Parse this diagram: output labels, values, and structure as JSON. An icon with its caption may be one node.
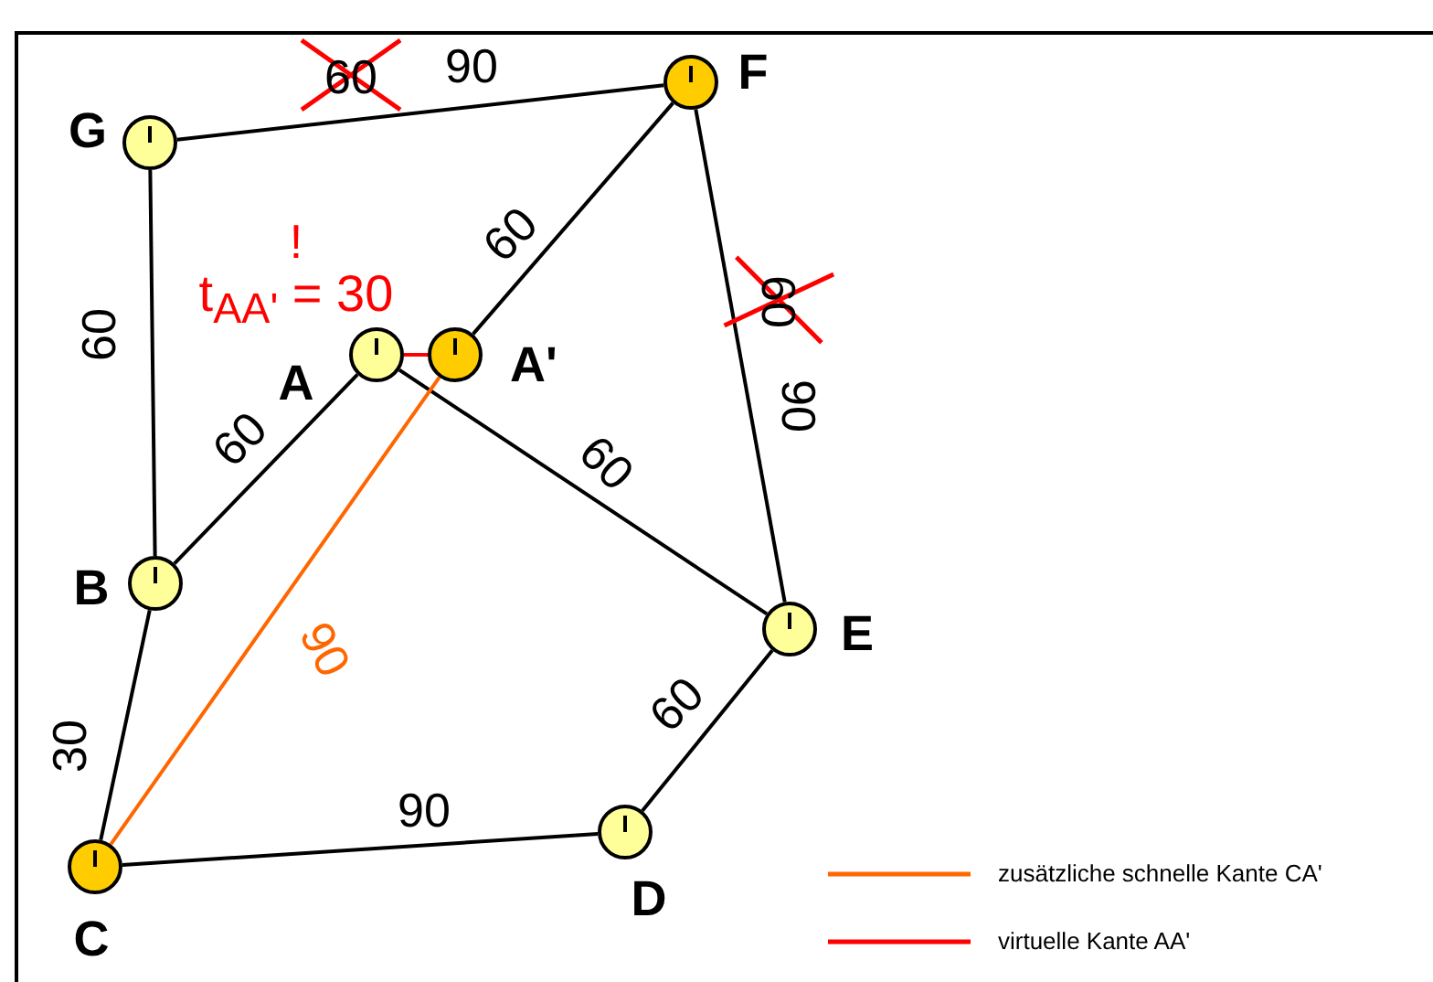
{
  "diagram": {
    "nodes": [
      {
        "text": [
          "F"
        ]
      },
      {
        "text": [
          "G"
        ]
      },
      {
        "text": [
          "A"
        ]
      },
      {
        "text": [
          "A'"
        ]
      },
      {
        "text": [
          "B"
        ]
      },
      {
        "text": [
          "E"
        ]
      },
      {
        "text": [
          "D"
        ]
      },
      {
        "text": [
          "C"
        ]
      }
    ],
    "edges": [
      {
        "from": 1,
        "to": 0,
        "arrow": "none",
        "label": "90"
      },
      {
        "from": 1,
        "to": 4,
        "arrow": "none",
        "label": "60"
      },
      {
        "from": 4,
        "to": 2,
        "arrow": "none",
        "label": "60"
      },
      {
        "from": 3,
        "to": 0,
        "arrow": "none",
        "label": "60"
      },
      {
        "from": 2,
        "to": 5,
        "arrow": "none",
        "label": "60"
      },
      {
        "from": 0,
        "to": 5,
        "arrow": "none",
        "label": "90"
      },
      {
        "from": 4,
        "to": 7,
        "arrow": "none",
        "label": "30"
      },
      {
        "from": 7,
        "to": 6,
        "arrow": "none",
        "label": "90"
      },
      {
        "from": 6,
        "to": 5,
        "arrow": "none",
        "label": "60"
      },
      {
        "from": 7,
        "to": 3,
        "arrow": "none",
        "label": "90",
        "color": "#ff6600"
      },
      {
        "from": 2,
        "to": 3,
        "arrow": "none",
        "color": "#ff0000"
      }
    ],
    "labels": [
      "60",
      "!",
      "t$_{AA'}$ = 30",
      "60"
    ],
    "legend": [
      {
        "text": "zusätzliche schnelle Kante CA'"
      },
      {
        "text": "virtuelle Kante AA'"
      }
    ]
  }
}
